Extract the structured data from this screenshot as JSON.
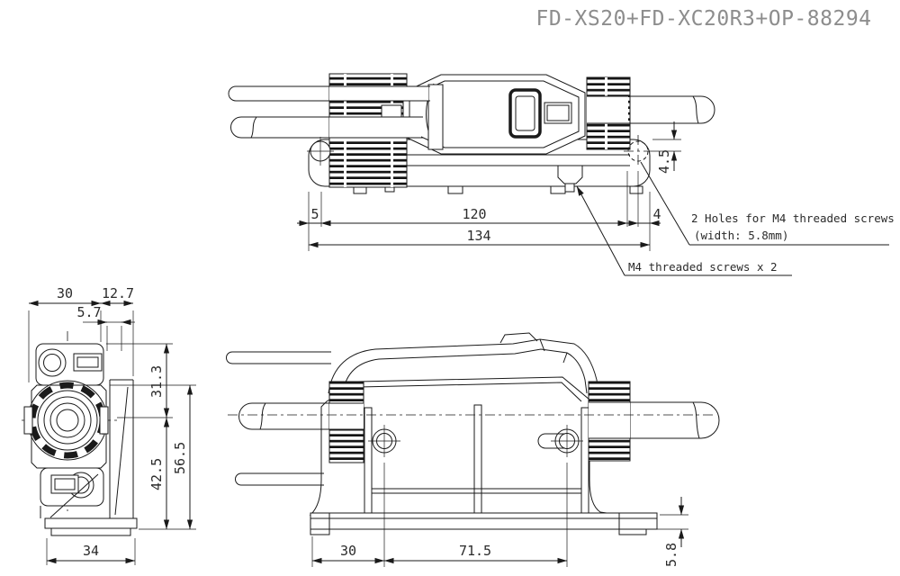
{
  "title": "FD-XS20+FD-XC20R3+OP-88294",
  "colors": {
    "background": "#ffffff",
    "line": "#1a1a1a",
    "dimension_text": "#2b2b2b",
    "title_text": "#8d8d8d"
  },
  "top_view": {
    "d5": "5",
    "d120": "120",
    "d4": "4",
    "d134": "134",
    "d4_5": "4.5",
    "note_holes_1": "2 Holes for M4 threaded screws",
    "note_holes_2": "(width: 5.8mm)",
    "note_screws": "M4 threaded screws x 2"
  },
  "side_view": {
    "d30": "30",
    "d12_7": "12.7",
    "d5_7": "5.7",
    "d31_3": "31.3",
    "d42_5": "42.5",
    "d56_5": "56.5",
    "d34": "34"
  },
  "front_view": {
    "d30": "30",
    "d71_5": "71.5",
    "d5_8": "5.8"
  }
}
